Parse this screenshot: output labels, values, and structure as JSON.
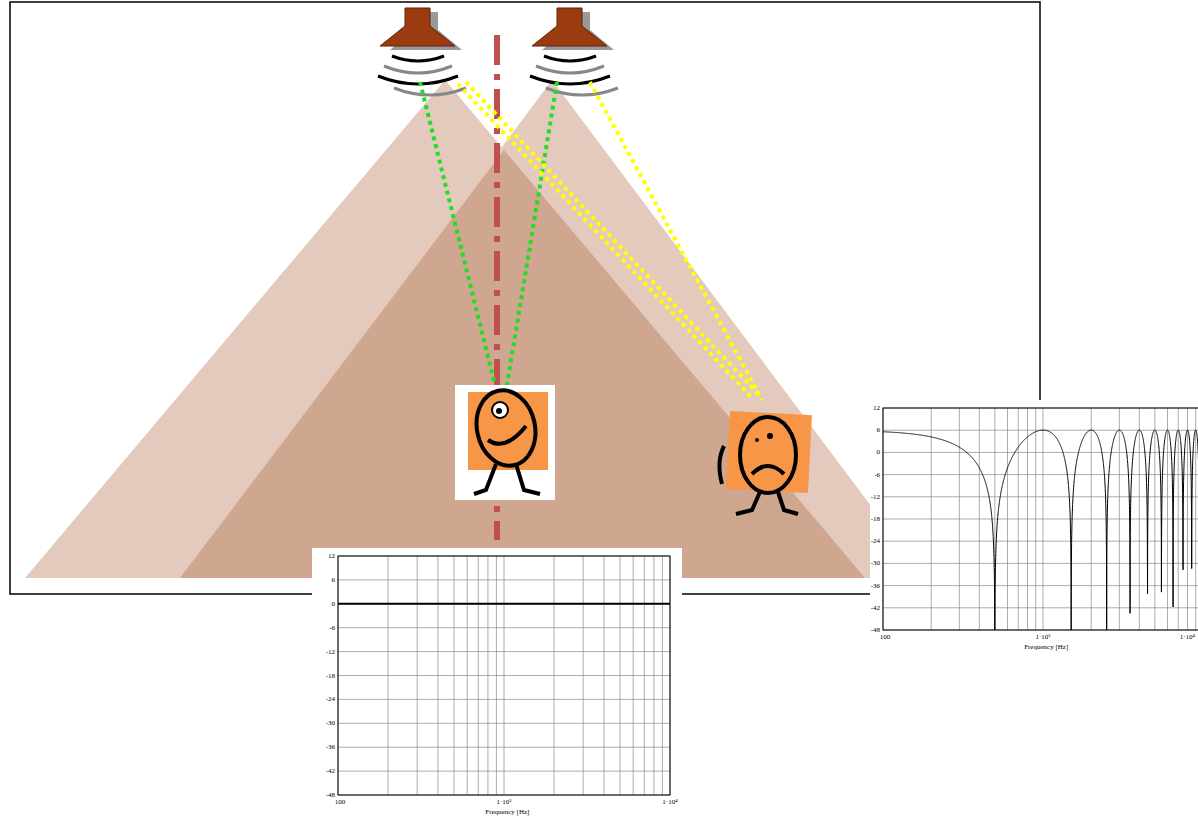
{
  "diagram": {
    "labels": [
      "12",
      "6",
      "0",
      "-6",
      "-12",
      "-18",
      "-24",
      "-30",
      "-36",
      "-42",
      "-48",
      "100",
      "1·10³",
      "1·10⁴",
      "Frequency [Hz]",
      "12",
      "6",
      "0",
      "-6",
      "-12",
      "-18",
      "-24",
      "-30",
      "-36",
      "-42",
      "-48",
      "100",
      "1·10³",
      "1·10⁴",
      "Frequency [Hz]"
    ]
  }
}
